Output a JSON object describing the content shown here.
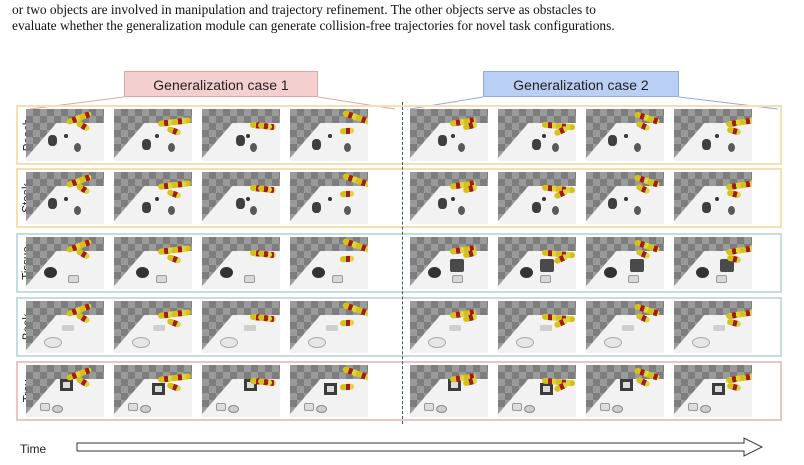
{
  "caption": {
    "line1": "or two objects are involved in manipulation and trajectory refinement. The other objects serve as obstacles to",
    "line2": "evaluate whether the generalization module can generate collision-free trajectories for novel task configurations."
  },
  "case_labels": {
    "case1": "Generalization case 1",
    "case2": "Generalization case 2"
  },
  "rows": [
    {
      "label": "Peach",
      "border_color": "#f7dfb5",
      "scene": "peach"
    },
    {
      "label": "Steak",
      "border_color": "#f7dfb5",
      "scene": "steak"
    },
    {
      "label": "Tissue",
      "border_color": "#c6dde0",
      "scene": "tissue"
    },
    {
      "label": "Book",
      "border_color": "#c6dde0",
      "scene": "book"
    },
    {
      "label": "Tray",
      "border_color": "#e9c6c6",
      "scene": "tray"
    }
  ],
  "time_label": "Time",
  "colors": {
    "case1_fill": "#f4cfcf",
    "case2_fill": "#b9cff3",
    "divider": "#3b5572"
  }
}
